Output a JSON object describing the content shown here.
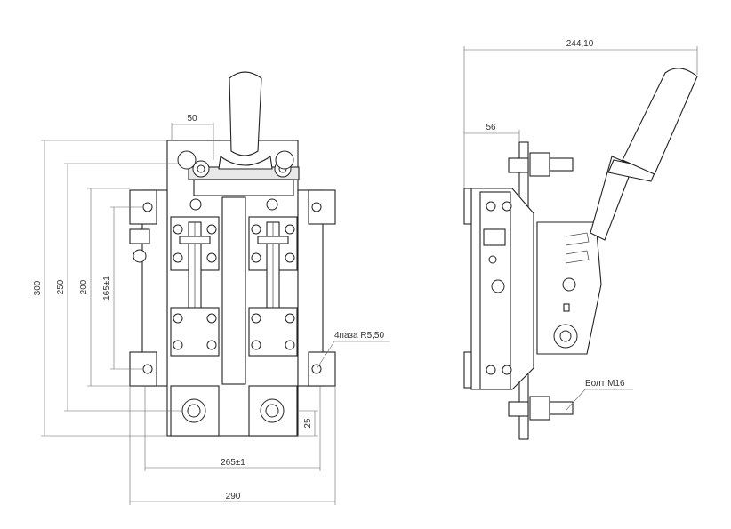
{
  "front_view": {
    "dim_width_total": "290",
    "dim_mount_spacing": "265±1",
    "dim_height_total": "300",
    "dim_height_250": "250",
    "dim_height_200": "200",
    "dim_height_165": "165±1",
    "dim_handle_offset": "50",
    "dim_terminal": "25",
    "note_slots": "4паза R5,50"
  },
  "side_view": {
    "dim_overall_depth": "244,10",
    "dim_base_offset": "56",
    "note_bolt": "Болт М16"
  }
}
